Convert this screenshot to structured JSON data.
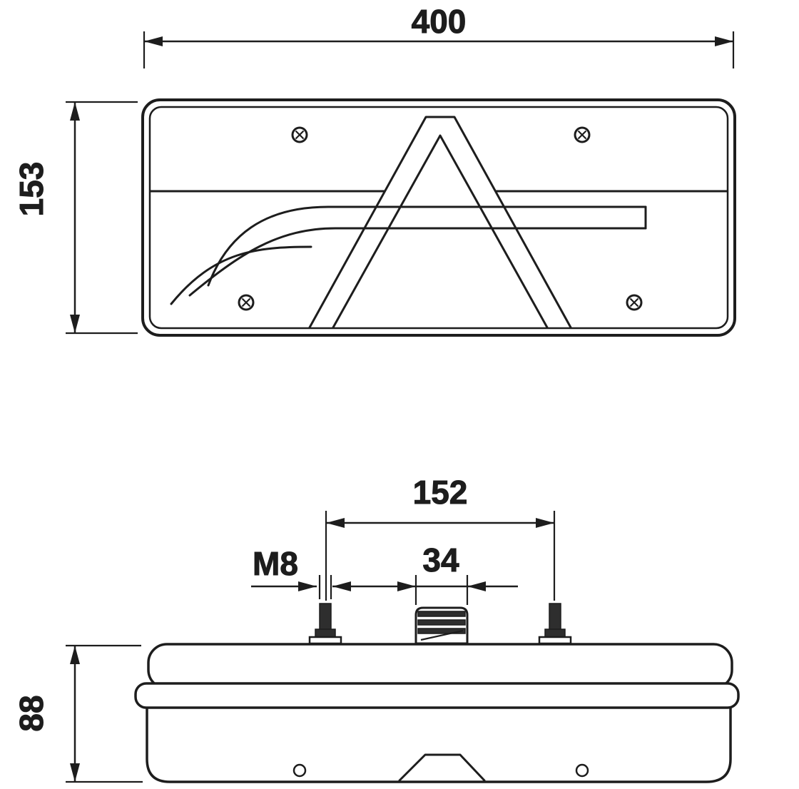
{
  "drawing": {
    "background_color": "#ffffff",
    "line_color": "#1d1d1d",
    "front_view": {
      "width_label": "400",
      "height_label": "153"
    },
    "side_view": {
      "stud_spacing_label": "152",
      "connector_width_label": "34",
      "stud_thread_label": "M8",
      "height_label": "88"
    }
  }
}
